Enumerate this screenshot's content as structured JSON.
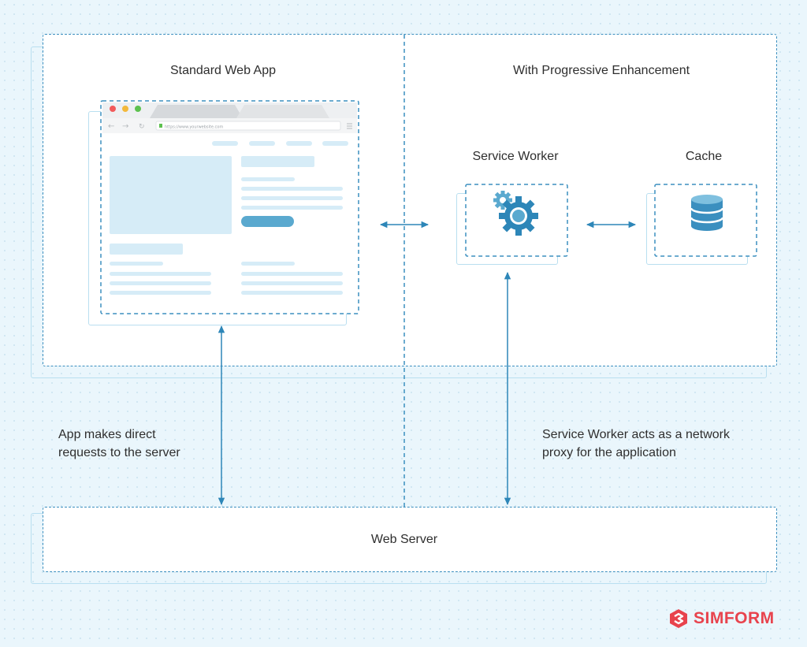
{
  "diagram": {
    "left_panel_title": "Standard Web App",
    "right_panel_title": "With Progressive Enhancement",
    "service_worker_title": "Service Worker",
    "cache_title": "Cache",
    "browser_url": "https://www.yourwebsite.com",
    "left_note": [
      "App makes direct",
      "requests to the server"
    ],
    "right_note": [
      "Service Worker acts as a network",
      "proxy for the application"
    ],
    "server_label": "Web Server"
  },
  "brand": {
    "name": "SIMFORM",
    "logo_icon": "simform-logo-icon",
    "color": "#e8434d"
  },
  "colors": {
    "accent": "#2d86b8",
    "light_accent": "#b9dff0",
    "gear": "#2d86b8",
    "background": "#eaf6fc"
  }
}
